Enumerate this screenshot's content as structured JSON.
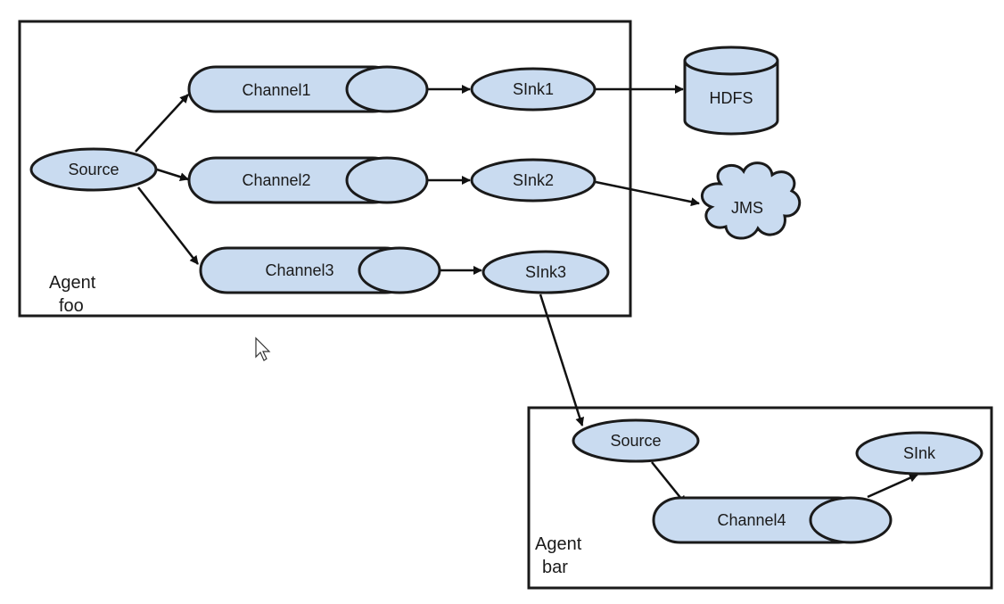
{
  "agent_foo": {
    "label_line1": "Agent",
    "label_line2": "foo",
    "source": "Source",
    "channels": [
      "Channel1",
      "Channel2",
      "Channel3"
    ],
    "sinks": [
      "SInk1",
      "SInk2",
      "SInk3"
    ]
  },
  "destinations": {
    "hdfs": "HDFS",
    "jms": "JMS"
  },
  "agent_bar": {
    "label_line1": "Agent",
    "label_line2": "bar",
    "source": "Source",
    "channel": "Channel4",
    "sink": "SInk"
  },
  "colors": {
    "node_fill": "#c9dbf0",
    "stroke": "#1a1a1a"
  }
}
